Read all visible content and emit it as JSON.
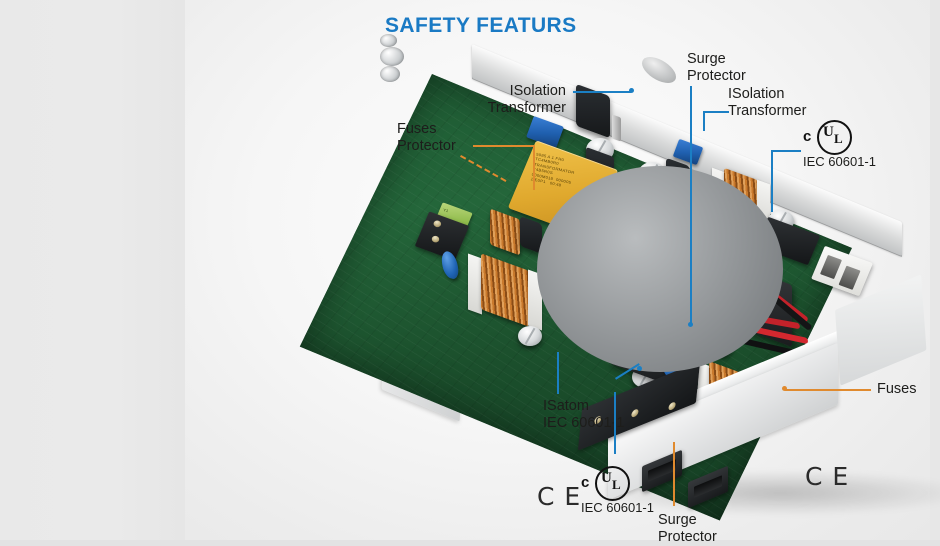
{
  "page": {
    "title": "SAFETY FEATURS",
    "title_color": "#1a7ac4",
    "background_color": "#e9e9e9",
    "panel_color": "#f6f6f6"
  },
  "subject": {
    "name": "open-frame medical power supply",
    "description": "Metal chassis power supply unit with exposed printed circuit board, isolation transformers, toroidal inductor, electrolytic capacitors, screw terminal blocks and front panel connectors"
  },
  "callouts": [
    {
      "id": "isolation-transformer-left",
      "label_line1": "ISolation",
      "label_line2": "Transformer",
      "leader_color": "#1b7fc4",
      "leader_style": "solid-horizontal-with-dot"
    },
    {
      "id": "fuses-protector",
      "label_line1": "Fuses",
      "label_line2": "Protector",
      "leader_color": "#e08a2e",
      "leader_style": "elbow-plus-dashed"
    },
    {
      "id": "surge-protector-top",
      "label_line1": "Surge",
      "label_line2": "Protector",
      "leader_color": "#1b7fc4",
      "leader_style": "vertical-with-dot"
    },
    {
      "id": "isolation-transformer-right",
      "label_line1": "ISolation",
      "label_line2": "Transformer",
      "leader_color": "#1b7fc4",
      "leader_style": "elbow"
    },
    {
      "id": "isatom",
      "label_line1": "ISatom",
      "label_line2": "IEC 60601-1",
      "leader_color": "#1b7fc4",
      "leader_style": "two-verticals"
    },
    {
      "id": "fuses-right",
      "label_line1": "Fuses",
      "label_line2": "",
      "leader_color": "#e08a2e",
      "leader_style": "horizontal-with-dot"
    },
    {
      "id": "surge-protector-bottom",
      "label_line1": "Surge",
      "label_line2": "Protector",
      "leader_color": "#e08a2e",
      "leader_style": "vertical"
    }
  ],
  "certifications": [
    {
      "id": "ul-top-right",
      "prefix": "c",
      "mark": "UL",
      "mark_u": "U",
      "mark_l": "L",
      "standard": "IEC 60601-1"
    },
    {
      "id": "ul-bottom-left",
      "prefix": "c",
      "mark": "UL",
      "mark_u": "U",
      "mark_l": "L",
      "standard": "IEC 60601-1"
    }
  ],
  "ce_marks": [
    {
      "id": "ce-bottom-left",
      "text": "C E"
    },
    {
      "id": "ce-bottom-right",
      "text": "C E"
    }
  ],
  "board_text": {
    "transformer_label": "5085 A 1 FR0\nTC4MB0R0\nTRANSFORMATOR\nY4B5R0S\n0000M018  000005\n1 E0P1   00:48"
  }
}
